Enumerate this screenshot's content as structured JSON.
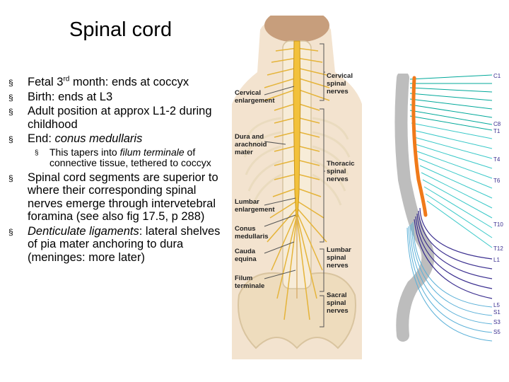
{
  "slide": {
    "title": "Spinal cord",
    "bullets": [
      {
        "pre": "Fetal 3",
        "sup": "rd",
        "post": " month: ends at coccyx"
      },
      {
        "text": "Birth: ends at L3"
      },
      {
        "text": "Adult position at approx  L1-2 during childhood"
      },
      {
        "pre": "End: ",
        "em": "conus medullaris"
      }
    ],
    "sub_bullet": {
      "pre": "This tapers into ",
      "em": "filum terminale",
      "post": " of connective tissue, tethered to coccyx"
    },
    "bullet5": "Spinal cord segments are superior to where their corresponding spinal nerves emerge through intervetebral foramina (see also fig 17.5, p 288)",
    "bullet6": {
      "em": "Denticulate ligaments",
      "post": ": lateral shelves of pia mater anchoring to dura (meninges: more later)"
    },
    "bullet_marker": "§"
  },
  "anatomy": {
    "labels_left": [
      {
        "line1": "Cervical",
        "line2": "enlargement"
      },
      {
        "line1": "Dura and",
        "line2": "arachnoid",
        "line3": "mater"
      },
      {
        "line1": "Lumbar",
        "line2": "enlargement"
      },
      {
        "line1": "Conus",
        "line2": "medullaris"
      },
      {
        "line1": "Cauda",
        "line2": "equina"
      },
      {
        "line1": "Filum",
        "line2": "terminale"
      }
    ],
    "labels_right": [
      {
        "line1": "Cervical",
        "line2": "spinal",
        "line3": "nerves"
      },
      {
        "line1": "Thoracic",
        "line2": "spinal",
        "line3": "nerves"
      },
      {
        "line1": "Lumbar",
        "line2": "spinal",
        "line3": "nerves"
      },
      {
        "line1": "Sacral",
        "line2": "spinal",
        "line3": "nerves"
      }
    ]
  },
  "side_view": {
    "levels": [
      "C1",
      "C8",
      "T1",
      "T4",
      "T6",
      "T10",
      "T12",
      "L1",
      "L5",
      "S1",
      "S3",
      "S5"
    ],
    "colors": {
      "cord": "#f07a1a",
      "cervical": "#00a89a",
      "thoracic": "#39c8c8",
      "lumbar": "#3a2e8f",
      "sacral": "#5ab0d8"
    }
  }
}
